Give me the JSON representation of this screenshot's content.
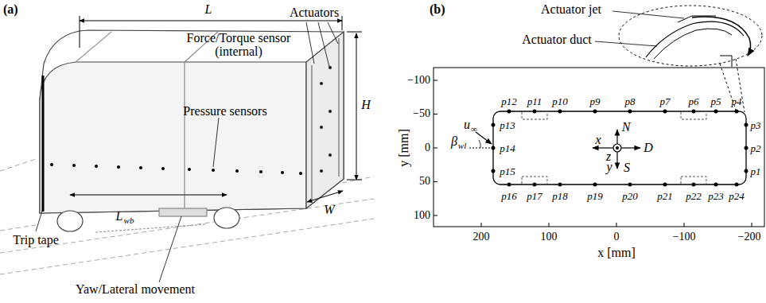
{
  "diagram": {
    "labels": [
      "(a)",
      "L",
      "Force/Torque sensor (internal)",
      "Actuators",
      "Pressure sensors",
      "H",
      "W",
      "Trip tape",
      "L",
      "wb",
      "Yaw/Lateral movement",
      "(b)",
      "Actuator jet",
      "Actuator duct",
      "−100",
      "−50",
      "0",
      "50",
      "100",
      "y [mm]",
      "200",
      "100",
      "0",
      "−100",
      "−200",
      "x [mm]",
      "x",
      "N",
      "D",
      "z",
      "y",
      "S",
      "u",
      "∞",
      "β",
      "wl",
      "p1",
      "p2",
      "p3",
      "p4",
      "p5",
      "p6",
      "p7",
      "p8",
      "p9",
      "p10",
      "p11",
      "p12",
      "p13",
      "p14",
      "p15",
      "p16",
      "p17",
      "p18",
      "p19",
      "p20",
      "p21",
      "p22",
      "p23",
      "p24"
    ]
  }
}
